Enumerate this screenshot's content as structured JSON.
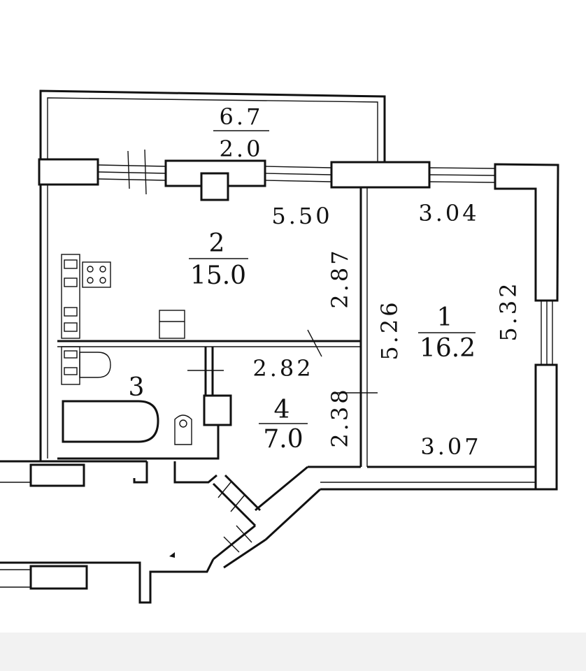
{
  "balcony": {
    "length": "6.7",
    "area": "2.0"
  },
  "rooms": [
    {
      "id": "room-1",
      "number": "1",
      "area": "16.2"
    },
    {
      "id": "room-2",
      "number": "2",
      "area": "15.0"
    },
    {
      "id": "room-3",
      "number": "3"
    },
    {
      "id": "room-4",
      "number": "4",
      "area": "7.0"
    }
  ],
  "dimensions": {
    "room1_top": "3.04",
    "room1_bottom": "3.07",
    "room1_left": "5.26",
    "room1_right": "5.32",
    "room2_top": "5.50",
    "room2_right": "2.87",
    "room4_top": "2.82",
    "room4_right": "2.38"
  },
  "colors": {
    "line": "#111111",
    "background": "#ffffff"
  }
}
